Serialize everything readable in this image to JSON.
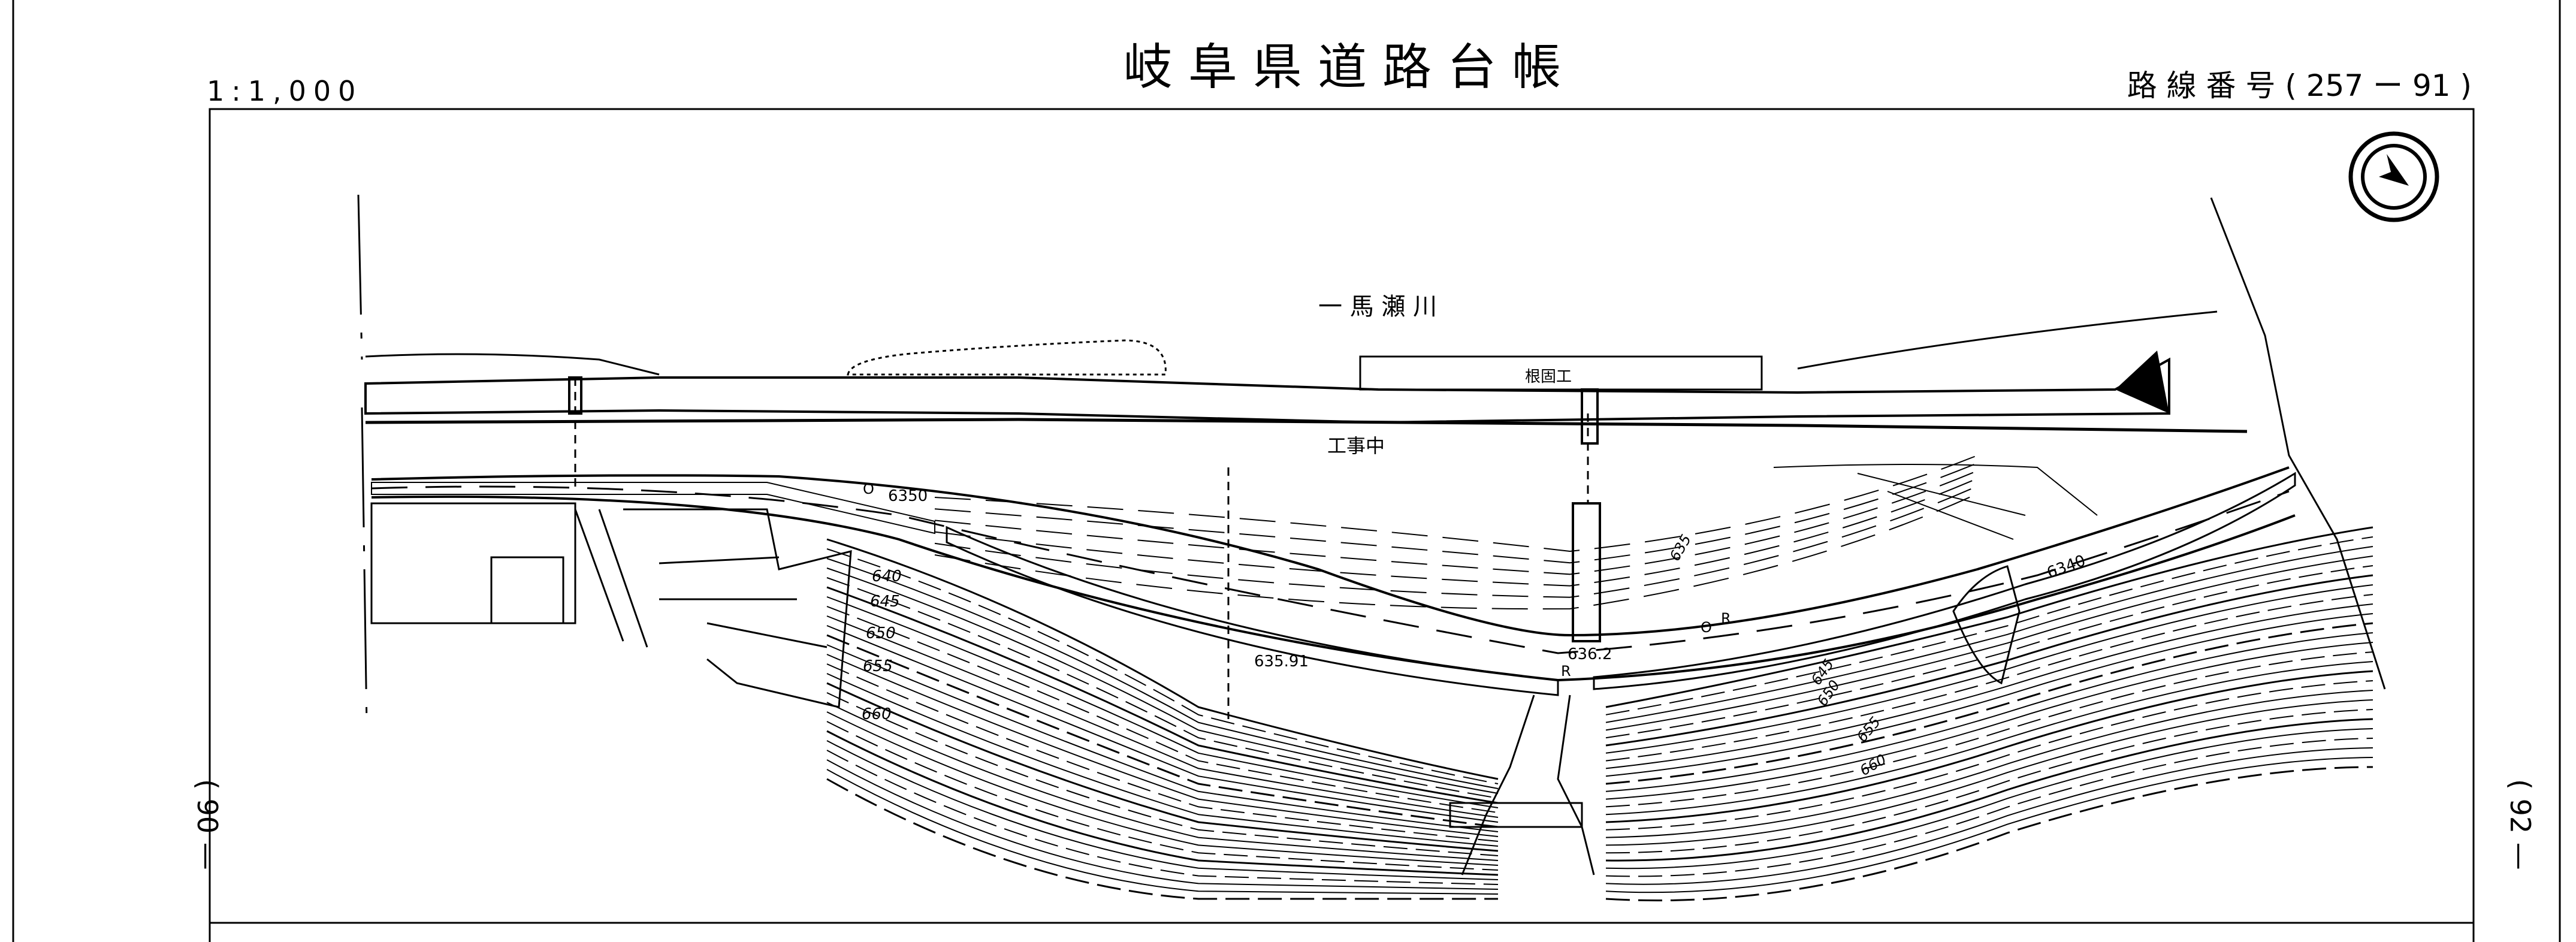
{
  "header": {
    "title": "岐 阜 県 道 路 台 帳",
    "scale": "1:1,000",
    "route_label": "路 線 番 号 ( 257 ー  91  )"
  },
  "sheet_refs": {
    "previous": "( 90 —",
    "next": "( 92 —"
  },
  "map": {
    "river_name": "一 馬 瀬 川",
    "revetment_label": "根固工",
    "construction_label": "工事中",
    "north_arrow_icon": "north-arrow-icon",
    "elevations": [
      "6350",
      "640",
      "645",
      "650",
      "655",
      "660",
      "635.91",
      "636.2",
      "635",
      "6340",
      "645",
      "650",
      "655",
      "660"
    ],
    "marks": [
      "R",
      "R",
      "O",
      "O"
    ]
  },
  "colors": {
    "ink": "#000000",
    "paper": "#ffffff"
  }
}
